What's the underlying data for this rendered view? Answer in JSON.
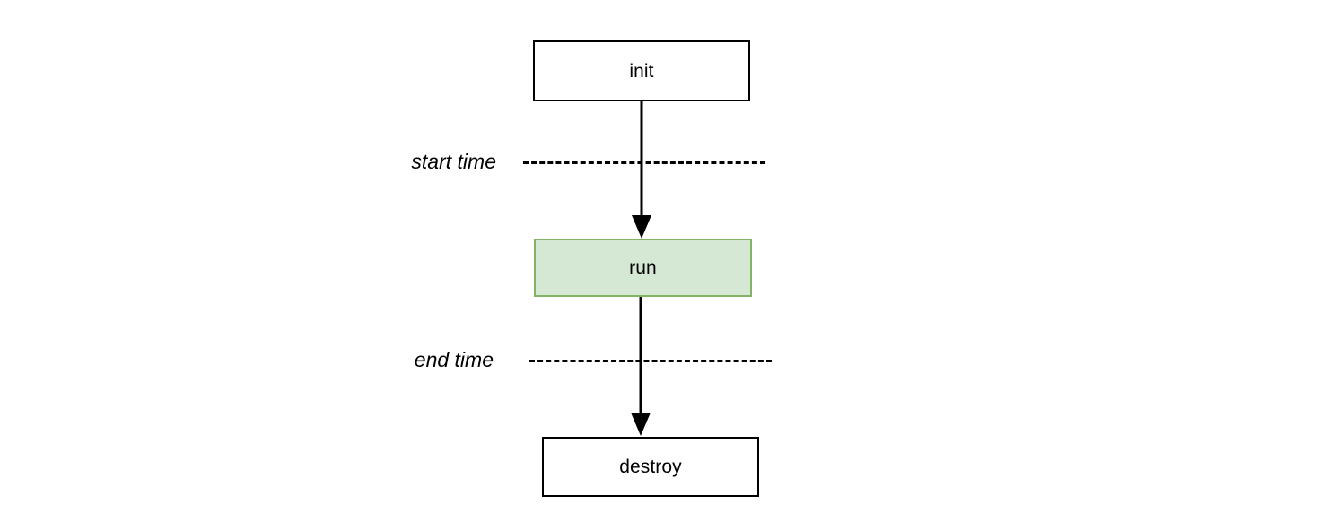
{
  "diagram": {
    "title": "lifecycle-timeline",
    "background_color": "#ffffff",
    "nodes": [
      {
        "id": "init",
        "label": "init",
        "fill": "#ffffff",
        "stroke": "#000000"
      },
      {
        "id": "run",
        "label": "run",
        "fill": "#d5e8d4",
        "stroke": "#82b366"
      },
      {
        "id": "destroy",
        "label": "destroy",
        "fill": "#ffffff",
        "stroke": "#000000"
      }
    ],
    "markers": [
      {
        "id": "start-time",
        "label": "start time",
        "style": "dashed",
        "color": "#000000"
      },
      {
        "id": "end-time",
        "label": "end time",
        "style": "dashed",
        "color": "#000000"
      }
    ],
    "edges": [
      {
        "id": "init-to-run",
        "from": "init",
        "to": "run",
        "arrow": "filled-triangle",
        "color": "#000000"
      },
      {
        "id": "run-to-destroy",
        "from": "run",
        "to": "destroy",
        "arrow": "filled-triangle",
        "color": "#000000"
      }
    ]
  }
}
